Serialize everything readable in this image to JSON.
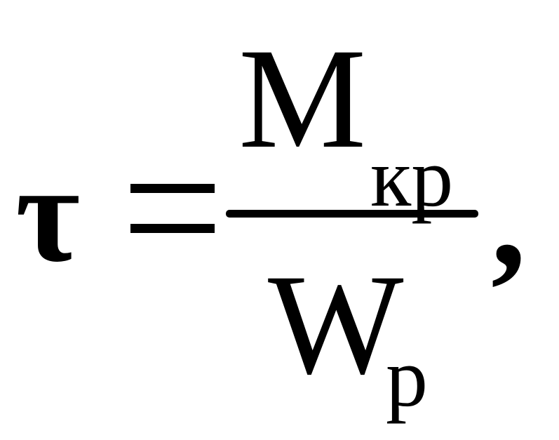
{
  "formula": {
    "lhs": "τ",
    "equals": "=",
    "numerator": {
      "symbol": "M",
      "subscript": "кр"
    },
    "denominator": {
      "symbol": "W",
      "subscript": "p"
    },
    "trailing": ","
  }
}
